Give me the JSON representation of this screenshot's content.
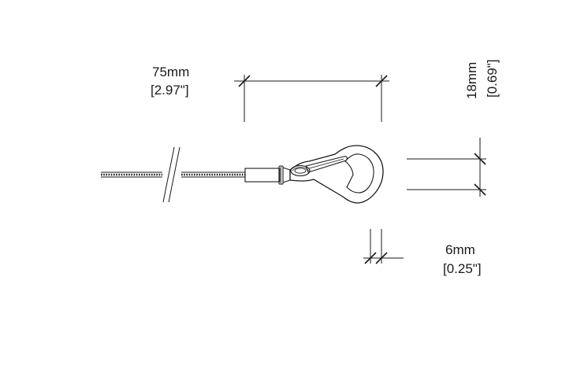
{
  "dimensions": {
    "length": {
      "metric": "75mm",
      "imperial": "[2.97\"]"
    },
    "height": {
      "metric": "18mm",
      "imperial": "[0.69\"]"
    },
    "wire": {
      "metric": "6mm",
      "imperial": "[0.25\"]"
    }
  },
  "colors": {
    "line": "#1a1a1a",
    "background": "#ffffff"
  }
}
